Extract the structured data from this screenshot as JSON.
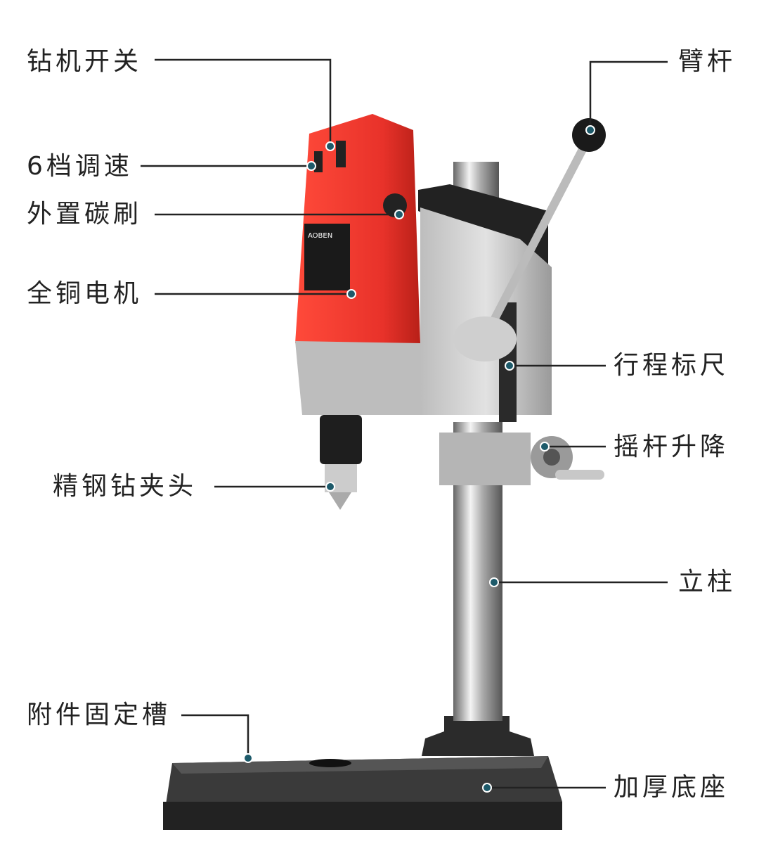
{
  "title": "台钻结构图",
  "labels": {
    "switch": "钻机开关",
    "speed": "6档调速",
    "brush": "外置碳刷",
    "motor": "全铜电机",
    "chuck": "精钢钻夹头",
    "slot": "附件固定槽",
    "arm": "臂杆",
    "scale": "行程标尺",
    "crank": "摇杆升降",
    "column": "立柱",
    "base": "加厚底座"
  },
  "motor_brand": "AOBEN",
  "colors": {
    "motor": "#e8322a",
    "dot": "#1d5a6a",
    "line": "#222222",
    "base": "#2b2b2b",
    "silver": "#c9c9c9"
  }
}
